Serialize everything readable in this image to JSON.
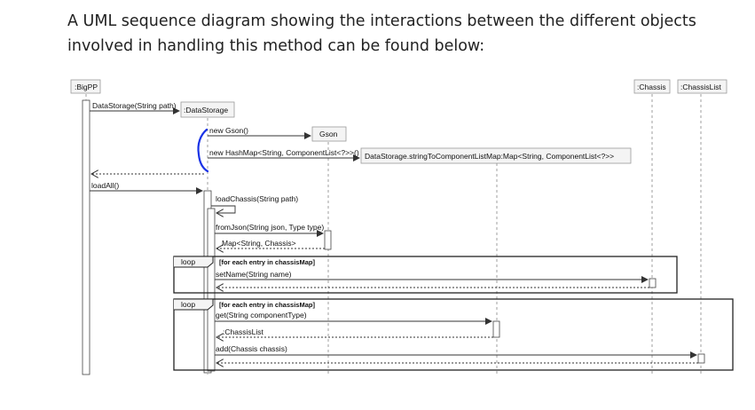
{
  "intro_text": "A UML sequence diagram showing the interactions between the different objects involved in handling this method can be found below:",
  "participants": {
    "bigpp": ":BigPP",
    "datastorage": ":DataStorage",
    "gson": "Gson",
    "dsmap": "DataStorage.stringToComponentListMap:Map<String, ComponentList<?>>",
    "chassis": ":Chassis",
    "chassislist": ":ChassisList"
  },
  "messages": {
    "m1": "DataStorage(String path)",
    "m2": "new Gson()",
    "m3": "new HashMap<String, ComponentList<?>>()",
    "m4": "loadAll()",
    "m5": "loadChassis(String path)",
    "m6": "fromJson(String json, Type type)",
    "m7": "Map<String, Chassis>",
    "m8": "setName(String name)",
    "m9": "get(String componentType)",
    "m10": ":ChassisList",
    "m11": "add(Chassis chassis)"
  },
  "fragments": {
    "loop1_tag": "loop",
    "loop1_guard": "[for each entry in chassisMap]",
    "loop2_tag": "loop",
    "loop2_guard": "[for each entry in chassisMap]"
  },
  "colors": {
    "annotation": "#1a33e6",
    "line": "#333333"
  }
}
